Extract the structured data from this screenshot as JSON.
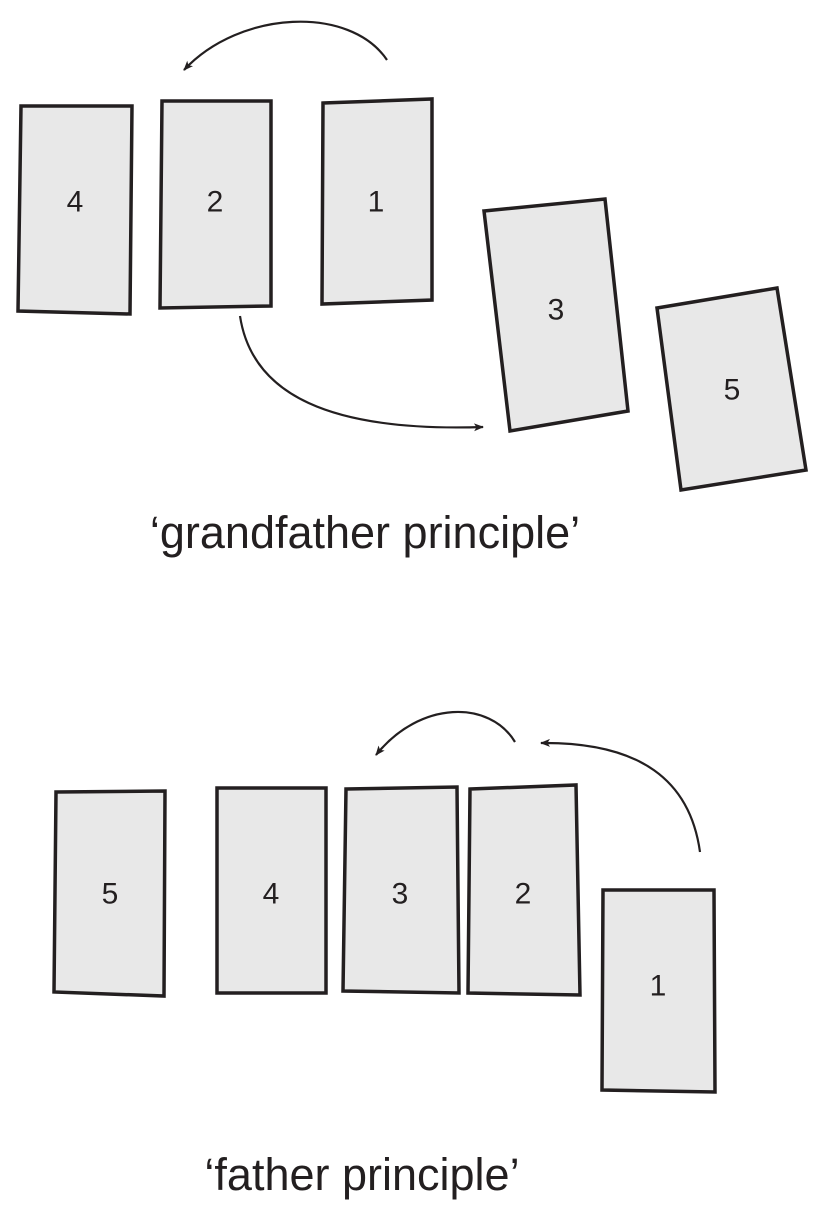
{
  "grandfather": {
    "caption": "‘grandfather principle’",
    "cards": [
      "4",
      "2",
      "1",
      "3",
      "5"
    ]
  },
  "father": {
    "caption": "‘father principle’",
    "cards": [
      "5",
      "4",
      "3",
      "2",
      "1"
    ]
  }
}
